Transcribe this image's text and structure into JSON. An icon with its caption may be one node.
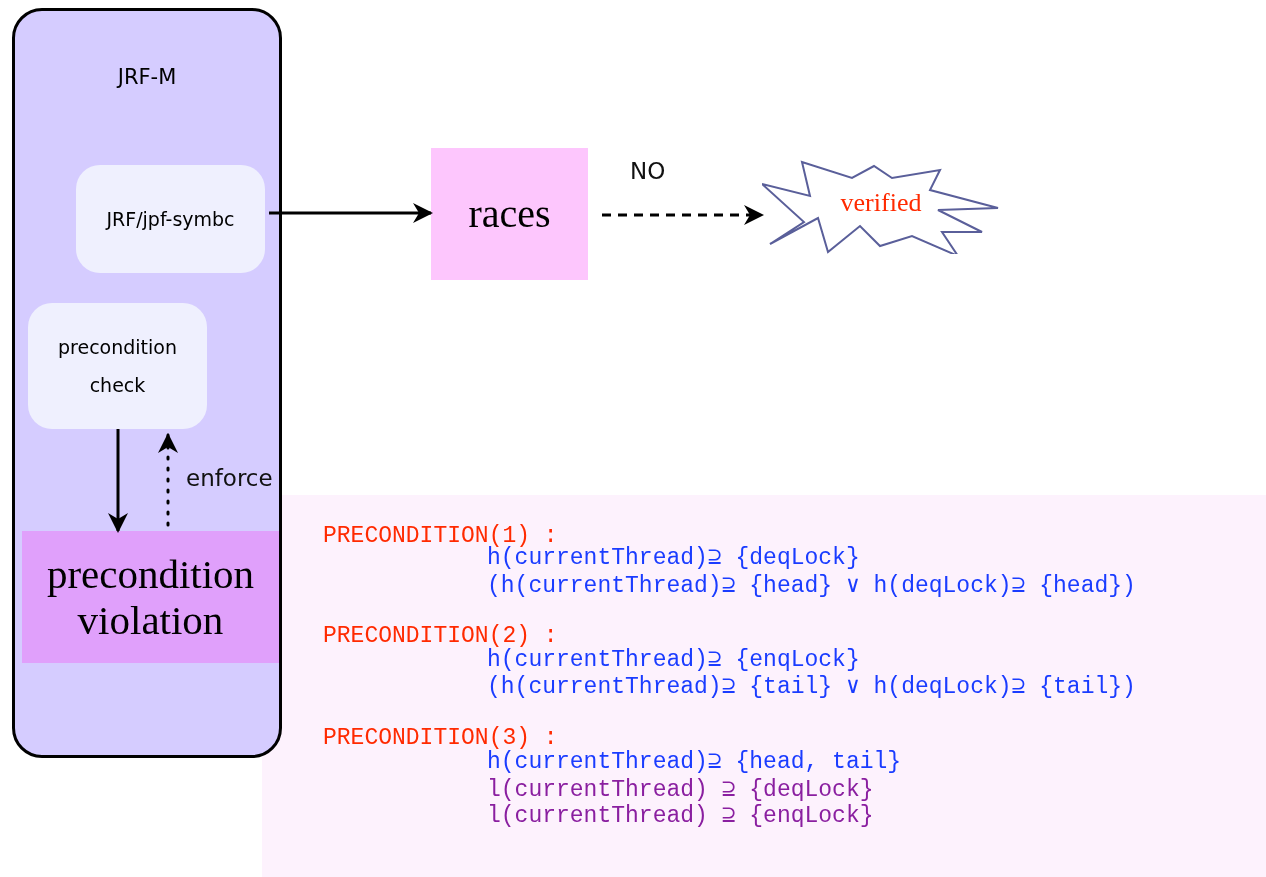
{
  "diagram": {
    "nodes": [
      {
        "text": [
          "JRF-M"
        ]
      },
      {
        "text": [
          "JRF/jpf-symbc"
        ],
        "in": 0
      },
      {
        "text": [
          "precondition check"
        ],
        "in": 0
      },
      {
        "text": [
          "precondition violation"
        ],
        "in": 0
      },
      {
        "text": [
          "races"
        ]
      },
      {
        "text": [
          "verified"
        ]
      },
      {
        "text": [
          "PRECONDITION(1) :",
          "h(currentThread)⊇ {deqLock}",
          "(h(currentThread)⊇ {head} ∨ h(deqLock)⊇ {head})",
          "PRECONDITION(2) :",
          "h(currentThread)⊇ {enqLock}",
          "(h(currentThread)⊇ {tail} ∨ h(deqLock)⊇ {tail})",
          "PRECONDITION(3) :",
          "h(currentThread)⊇ {head, tail}",
          "l(currentThread) ⊇ {deqLock}",
          "l(currentThread) ⊇ {enqLock}"
        ]
      }
    ],
    "edges": [
      {
        "from": 1,
        "to": 4,
        "arrow": "to"
      },
      {
        "from": 4,
        "to": 5,
        "arrow": "to",
        "label": "NO",
        "style": "dashed"
      },
      {
        "from": 2,
        "to": 3,
        "arrow": "to"
      },
      {
        "from": 3,
        "to": 2,
        "arrow": "to",
        "label": "enforce",
        "style": "dashed"
      }
    ]
  }
}
